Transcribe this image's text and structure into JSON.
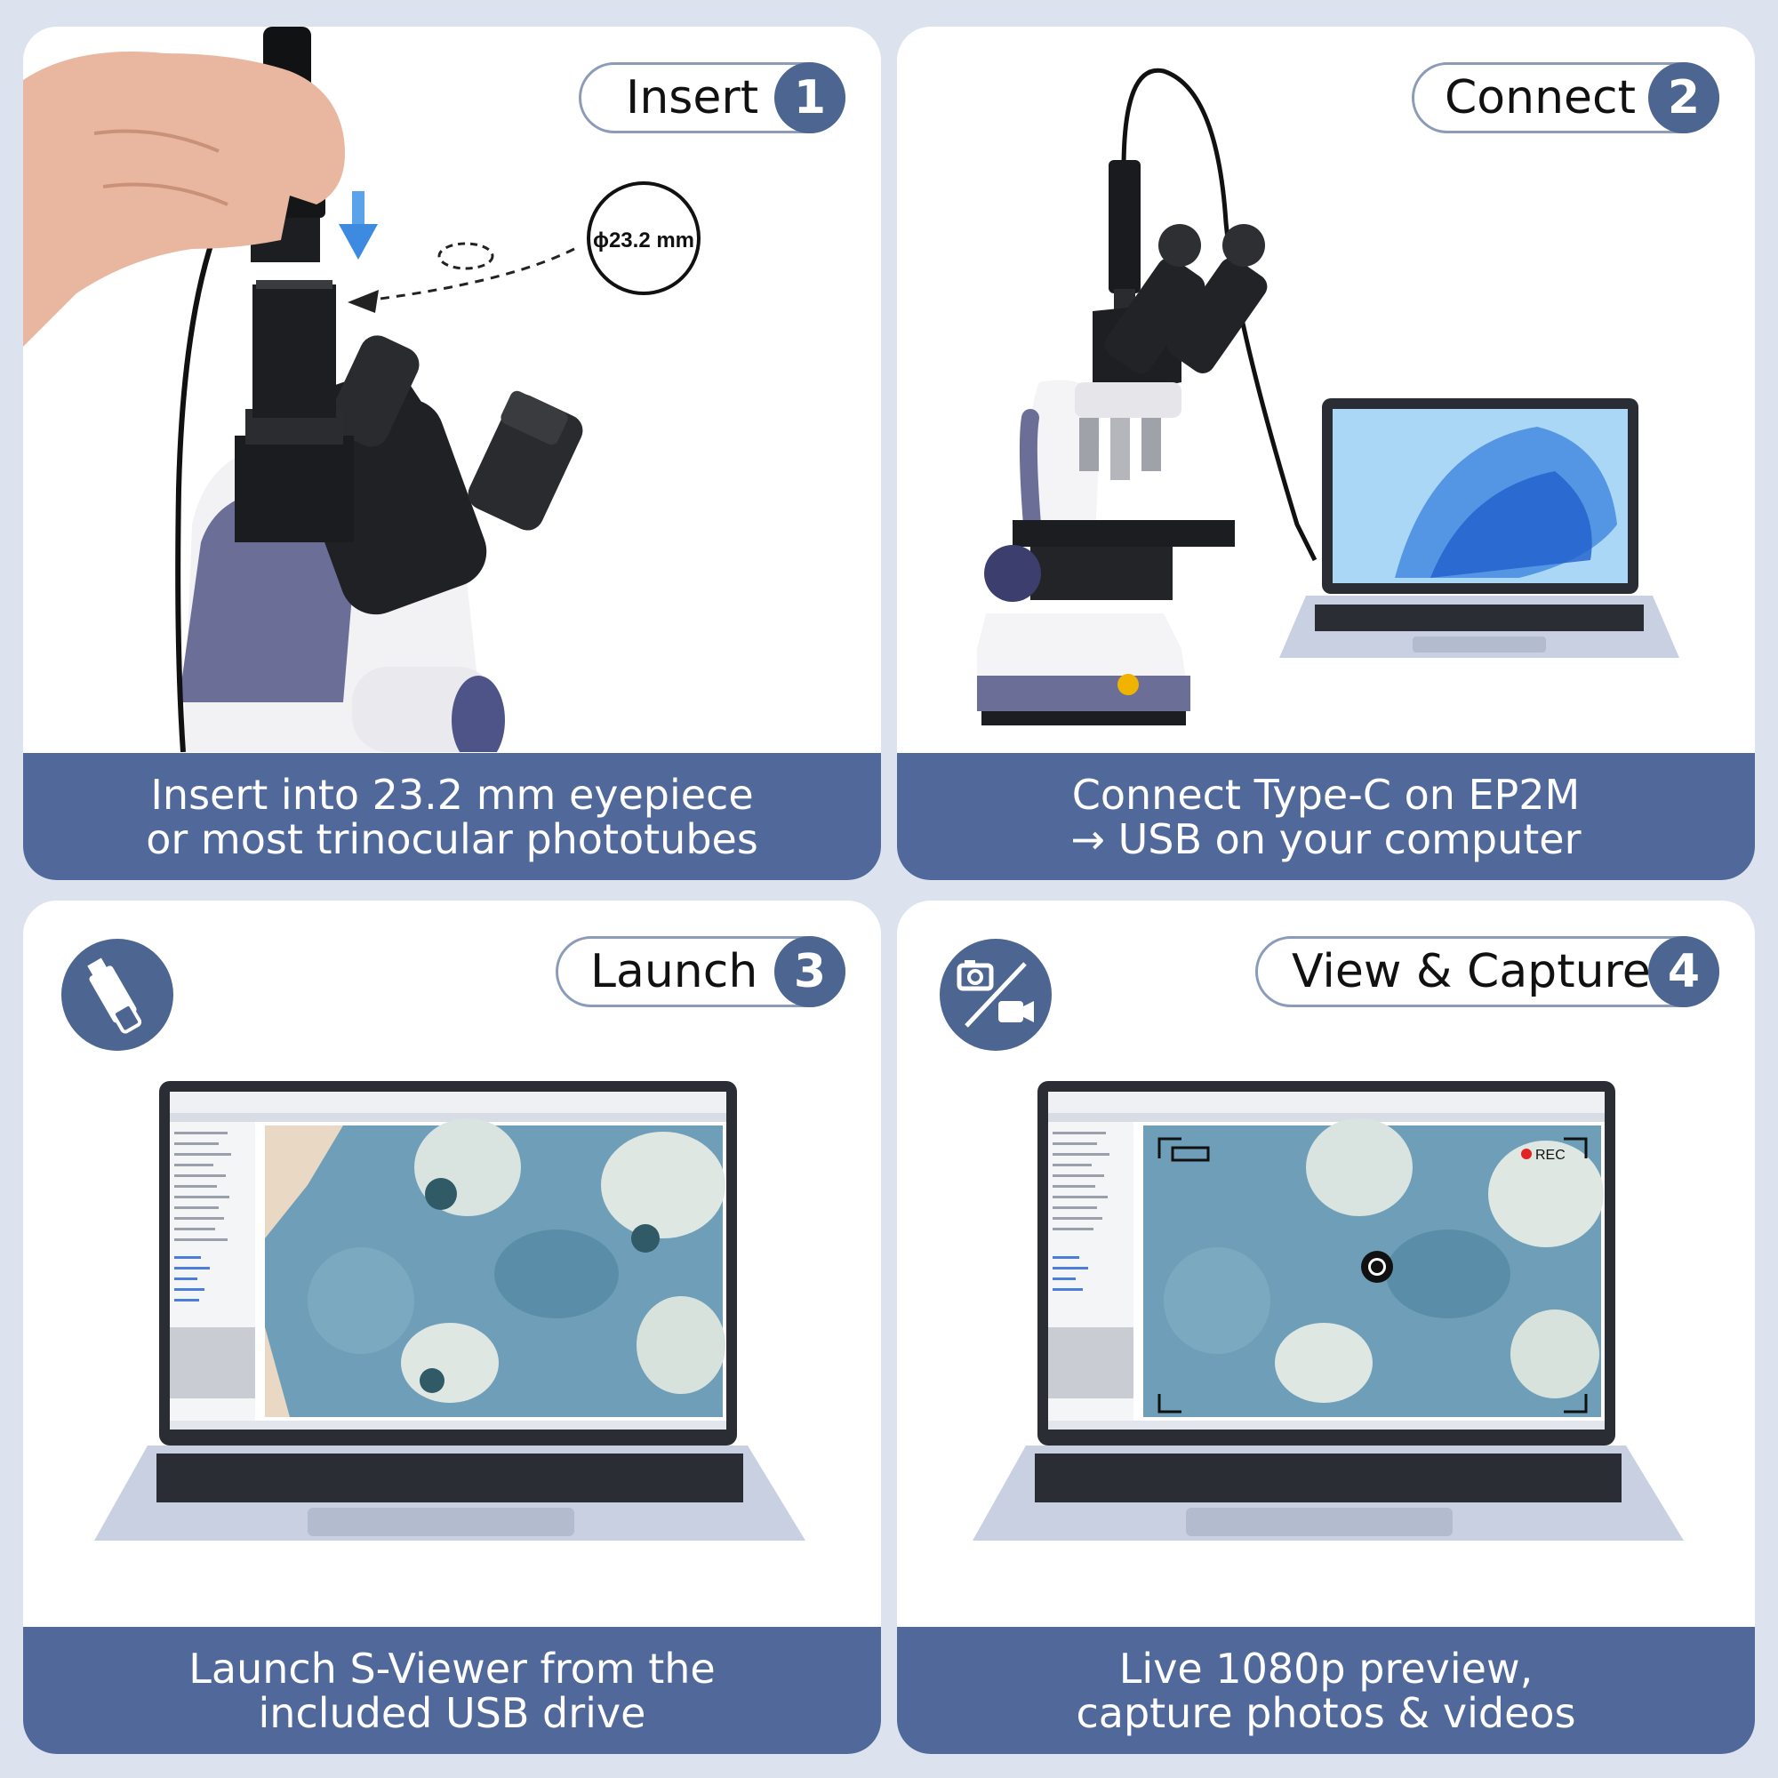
{
  "panels": [
    {
      "step": {
        "label": "Insert",
        "number": "1"
      },
      "caption": [
        "Insert into 23.2 mm eyepiece",
        "or most trinocular phototubes"
      ],
      "callout": "ϕ23.2 mm"
    },
    {
      "step": {
        "label": "Connect",
        "number": "2"
      },
      "caption": [
        "Connect Type-C on EP2M",
        "→ USB on your computer"
      ]
    },
    {
      "step": {
        "label": "Launch",
        "number": "3"
      },
      "caption": [
        "Launch S-Viewer from the",
        "included USB drive"
      ],
      "icon": "usb-drive-icon"
    },
    {
      "step": {
        "label": "View & Capture",
        "number": "4"
      },
      "caption": [
        "Live 1080p preview,",
        "capture photos & videos"
      ],
      "icon": "photo-video-icon",
      "rec_label": "REC"
    }
  ],
  "colors": {
    "accent": "#51689a",
    "badge": "#4d6591",
    "background": "#dde3ee"
  }
}
